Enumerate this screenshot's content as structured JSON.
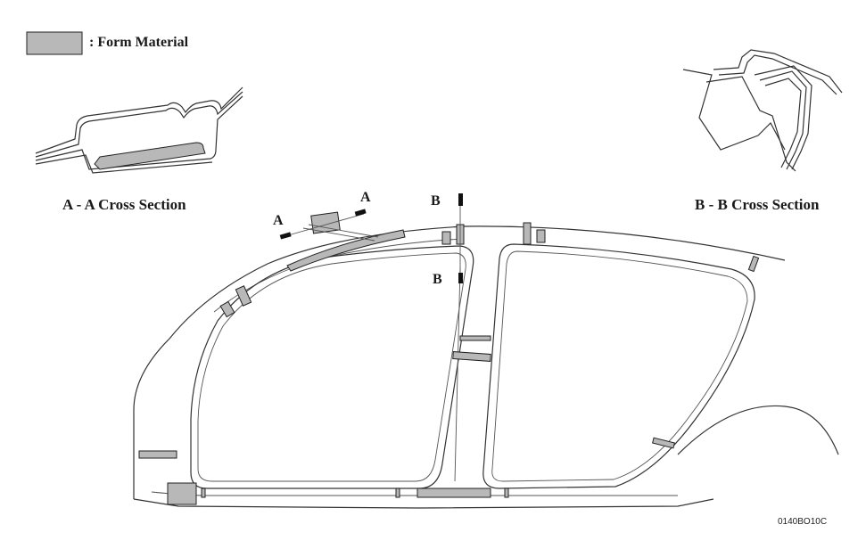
{
  "legend": {
    "label": ": Form Material",
    "swatch_color": "#b8b8b8"
  },
  "sections": {
    "aa_title": "A - A Cross Section",
    "bb_title": "B - B Cross Section"
  },
  "markers": {
    "a_upper": "A",
    "a_lower": "A",
    "b_upper": "B",
    "b_lower": "B"
  },
  "figure_code": "0140BO10C",
  "colors": {
    "line": "#333333",
    "foam": "#b8b8b8"
  }
}
